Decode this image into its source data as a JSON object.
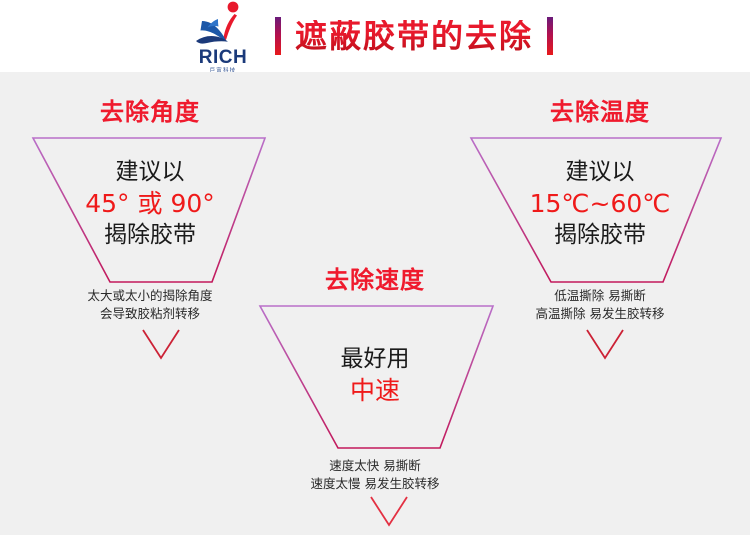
{
  "header": {
    "logo": {
      "wordmark": "RICH",
      "subtext": "巨富科技",
      "icon": "rich-bird-logo"
    },
    "title": "遮蔽胶带的去除",
    "left_bar": "title-divider-left",
    "right_bar": "title-divider-right"
  },
  "colors": {
    "background": "#f0f0f0",
    "header_background": "#ffffff",
    "title_red": "#e8192c",
    "heading_red": "#ef1a2d",
    "accent_red": "#ef1a1a",
    "body_text": "#1a1a1a",
    "funnel_stroke_top": "#b96fc9",
    "funnel_stroke_bottom": "#c2185b",
    "arrow_stroke": "#cc2236",
    "logo_blue": "#1b3a7a"
  },
  "funnels": [
    {
      "id": "angle",
      "heading": "去除角度",
      "body": [
        {
          "text": "建议以",
          "accent": false
        },
        {
          "text": "45° 或 90°",
          "accent": true
        },
        {
          "text": "揭除胶带",
          "accent": false
        }
      ],
      "note": [
        "太大或太小的揭除角度",
        "会导致胶粘剂转移"
      ],
      "arrow": "down-chevron-icon"
    },
    {
      "id": "speed",
      "heading": "去除速度",
      "body": [
        {
          "text": "最好用",
          "accent": false
        },
        {
          "text": "中速",
          "accent": true
        }
      ],
      "note": [
        "速度太快 易撕断",
        "速度太慢 易发生胶转移"
      ],
      "arrow": "down-chevron-icon"
    },
    {
      "id": "temperature",
      "heading": "去除温度",
      "body": [
        {
          "text": "建议以",
          "accent": false
        },
        {
          "text": "15℃~60℃",
          "accent": true
        },
        {
          "text": "揭除胶带",
          "accent": false
        }
      ],
      "note": [
        "低温撕除 易撕断",
        "高温撕除 易发生胶转移"
      ],
      "arrow": "down-chevron-icon"
    }
  ]
}
